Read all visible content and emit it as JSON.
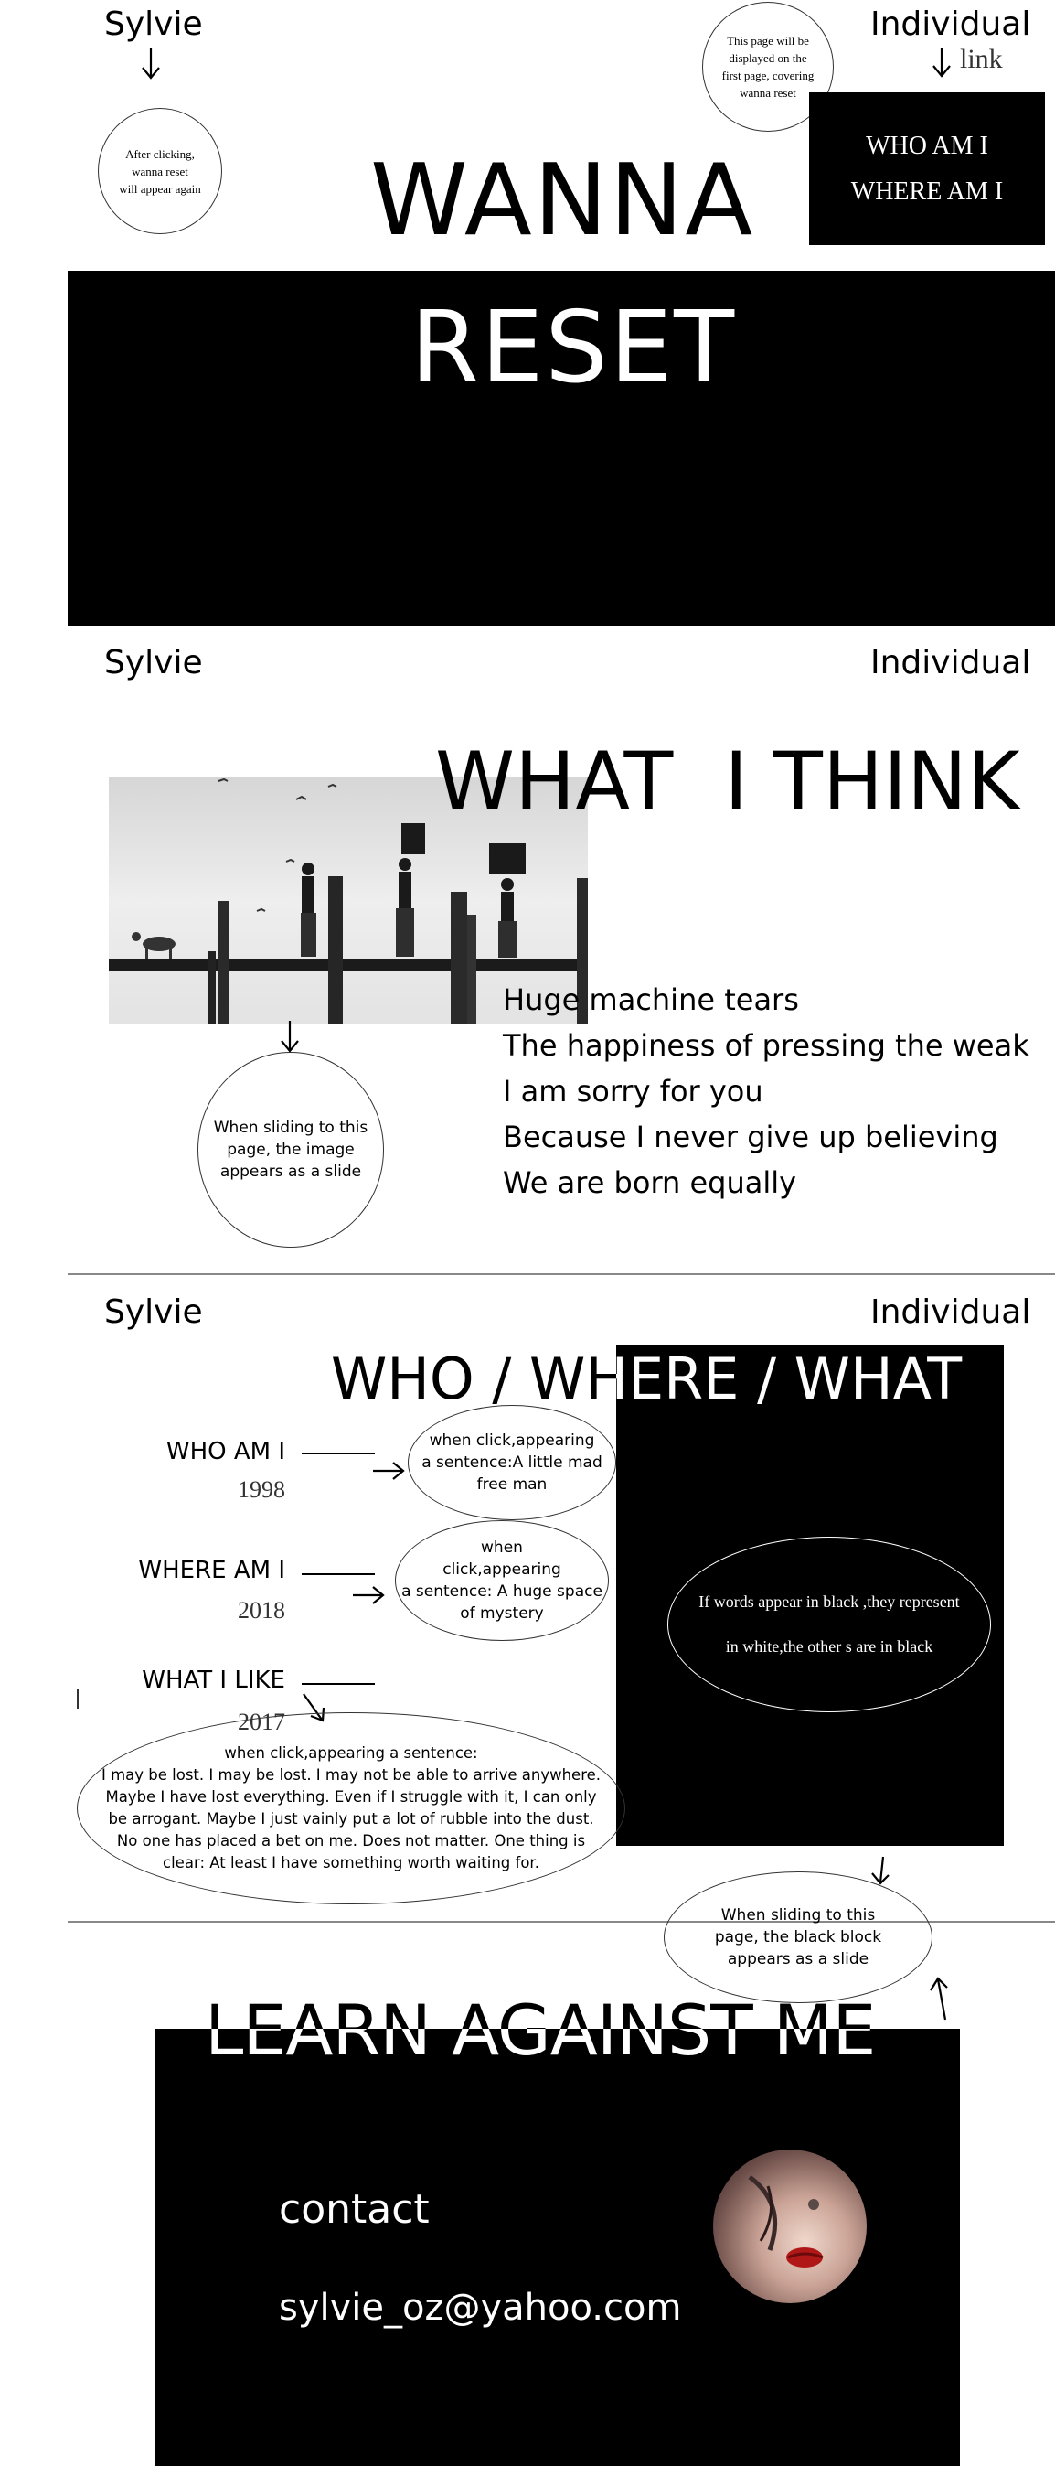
{
  "page1": {
    "brand": "Sylvie",
    "nav_individual": "Individual",
    "link_label": "link",
    "note_after_click": "After clicking,\nwanna reset\nwill appear again",
    "note_first_page": "This page will be\ndisplayed on the\nfirst page, covering\nwanna reset",
    "menu_line1": "WHO AM I",
    "menu_line2": "WHERE AM I",
    "title_top": "WANNA",
    "title_bottom": "RESET"
  },
  "page2": {
    "brand": "Sylvie",
    "nav_individual": "Individual",
    "heading": "WHAT  I THINK",
    "lyrics": [
      "Huge machine tears",
      "The happiness of pressing the weak",
      "I am sorry for you",
      "Because I never give up believing",
      "We are born equally"
    ],
    "note_slide": "When sliding to this\npage, the image\nappears as a slide"
  },
  "page3": {
    "brand": "Sylvie",
    "nav_individual": "Individual",
    "heading": "WHO / WHERE / WHAT",
    "items": [
      {
        "label": "WHO AM I",
        "year": "1998",
        "note": "when click,appearing\na sentence:A little mad\nfree man"
      },
      {
        "label": "WHERE AM I",
        "year": "2018",
        "note": "when\nclick,appearing\na sentence: A huge space\nof mystery"
      },
      {
        "label": "WHAT I LIKE",
        "year": "2017",
        "note": "when click,appearing a sentence:\nI may be lost. I may be lost. I may not be able to arrive anywhere.\nMaybe I have lost everything. Even if I struggle with it, I can only\nbe arrogant. Maybe I just vainly put a lot of rubble into the dust.\nNo one has placed a bet on me. Does not matter. One thing is\nclear: At least I have something worth waiting for."
      }
    ],
    "note_colors_1": "If words appear in black ,they represent",
    "note_colors_2": "in white,the other s are in black",
    "note_slide": "When sliding to this\npage, the black block\nappears as a slide"
  },
  "page4": {
    "heading": "LEARN AGAINST ME",
    "contact_label": "contact",
    "email": "sylvie_oz@yahoo.com"
  },
  "colors": {
    "ink": "#000000",
    "paper": "#ffffff",
    "rule": "#888888"
  }
}
